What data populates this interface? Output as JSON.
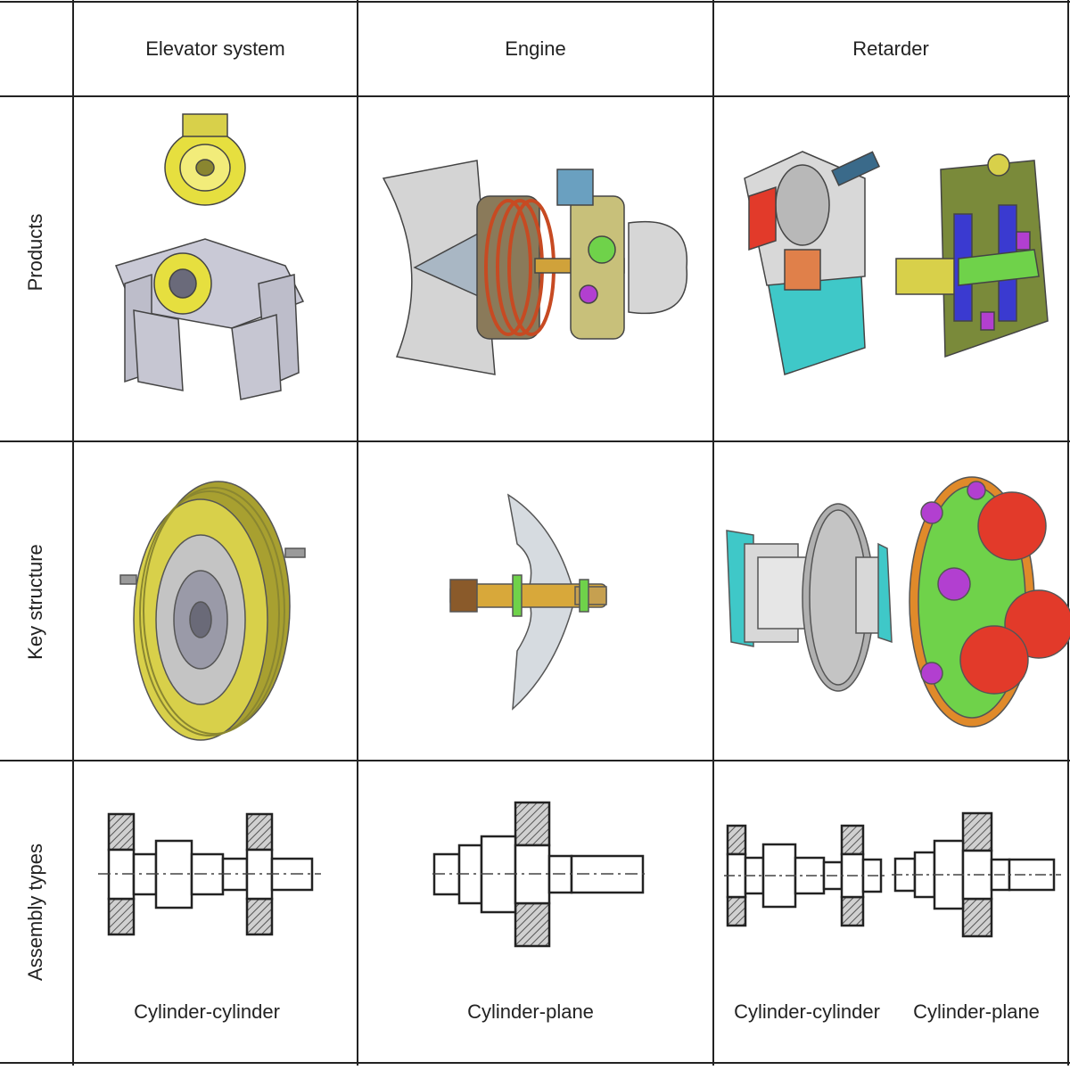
{
  "columns": [
    "Elevator system",
    "Engine",
    "Retarder"
  ],
  "rows": [
    "Products",
    "Key structure",
    "Assembly types"
  ],
  "assembly_captions": {
    "elevator": "Cylinder-cylinder",
    "engine": "Cylinder-plane",
    "retarder_left": "Cylinder-cylinder",
    "retarder_right": "Cylinder-plane"
  },
  "colors": {
    "grid_line": "#222222",
    "yellow": "#d8d04a",
    "olive": "#bdb84a",
    "red": "#e23a2a",
    "green": "#6fd24a",
    "cyan": "#3fc8c8",
    "purple": "#b23fd0",
    "gray": "#b8b8b8"
  }
}
